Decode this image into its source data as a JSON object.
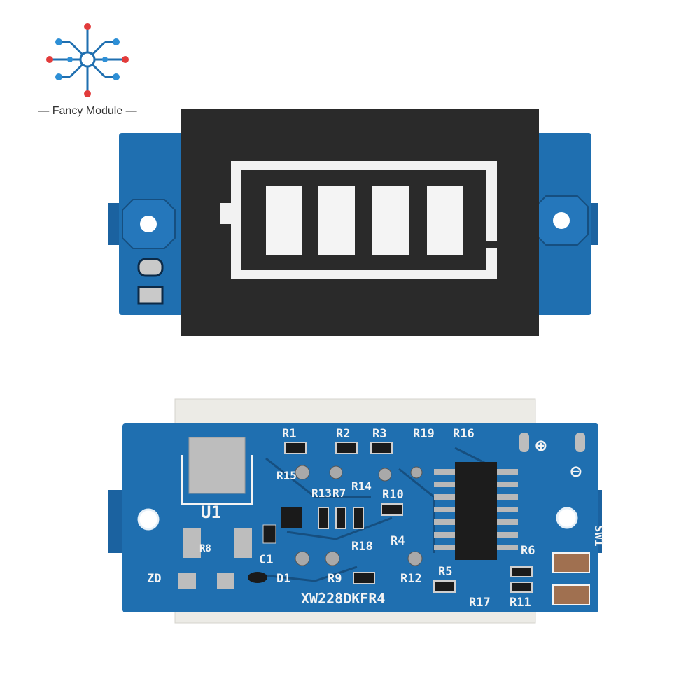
{
  "brand": {
    "name": "— Fancy Module —"
  },
  "colors": {
    "pcb": "#1f6fb0",
    "pcb_dark": "#124f86",
    "lcd": "#2a2a2a",
    "segment": "#f2f2f2"
  },
  "back_board": {
    "labels": {
      "r1": "R1",
      "r2": "R2",
      "r3": "R3",
      "r19": "R19",
      "r16": "R16",
      "r15": "R15",
      "r13": "R13",
      "r7": "R7",
      "r14": "R14",
      "r10": "R10",
      "r4": "R4",
      "r18": "R18",
      "r9": "R9",
      "r12": "R12",
      "r5": "R5",
      "r6": "R6",
      "r17": "R17",
      "r11": "R11",
      "r8": "R8",
      "u1": "U1",
      "c1": "C1",
      "d1": "D1",
      "zd": "ZD",
      "sw1": "SW1",
      "plus": "⊕",
      "minus": "⊖",
      "model": "XW228DKFR4"
    }
  }
}
